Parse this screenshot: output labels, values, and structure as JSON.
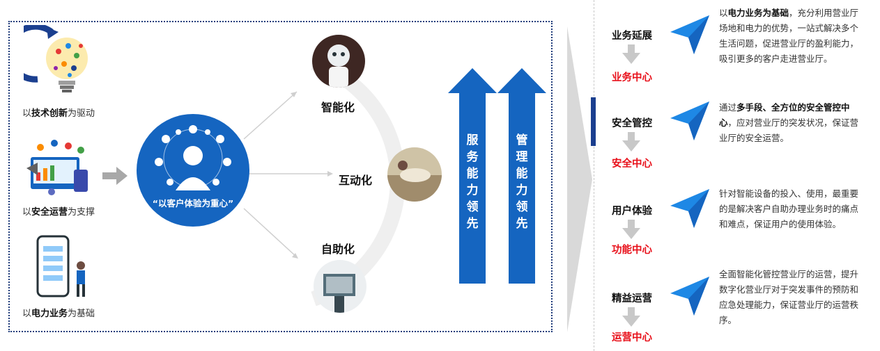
{
  "left_pillars": [
    {
      "pre": "以",
      "bold": "技术创新",
      "post": "为驱动",
      "icon": "lightbulb-icon"
    },
    {
      "pre": "以",
      "bold": "安全运营",
      "post": "为支撑",
      "icon": "monitor-icon"
    },
    {
      "pre": "以",
      "bold": "电力业务",
      "post": "为基础",
      "icon": "phone-person-icon"
    }
  ],
  "center": {
    "label": "“以客户体验为重心”",
    "icon": "customer-network-icon"
  },
  "ring_items": [
    {
      "label": "智能化",
      "photo": "robot-photo"
    },
    {
      "label": "互动化",
      "photo": "interaction-photo"
    },
    {
      "label": "自助化",
      "photo": "self-service-photo"
    }
  ],
  "arrows": [
    {
      "label": "服务能力领先"
    },
    {
      "label": "管理能力领先"
    }
  ],
  "right_items": [
    {
      "title": "业务延展",
      "center": "业务中心",
      "desc_segments": [
        {
          "t": "以",
          "b": false
        },
        {
          "t": "电力业务为基础",
          "b": true
        },
        {
          "t": "，充分利用营业厅场地和电力的优势，一站式解决多个生活问题，促进营业厅的盈利能力，吸引更多的客户走进营业厅。",
          "b": false
        }
      ]
    },
    {
      "title": "安全管控",
      "center": "安全中心",
      "desc_segments": [
        {
          "t": "通过",
          "b": false
        },
        {
          "t": "多手段、全方位的安全管控中心",
          "b": true
        },
        {
          "t": "，应对营业厅的突发状况，保证营业厅的安全运营。",
          "b": false
        }
      ]
    },
    {
      "title": "用户体验",
      "center": "功能中心",
      "desc_segments": [
        {
          "t": "针对智能设备的投入、使用，最重要的是解决客户自助办理业务时的痛点和难点，保证用户的使用体验。",
          "b": false
        }
      ]
    },
    {
      "title": "精益运营",
      "center": "运营中心",
      "desc_segments": [
        {
          "t": "全面智能化管控营业厅的运营，提升数字化营业厅对于突发事件的预防和应急处理能力，保证营业厅的运营秩序。",
          "b": false
        }
      ]
    }
  ],
  "colors": {
    "primary_blue": "#1565c0",
    "dark_blue": "#0d4fa3",
    "accent_red": "#e8111b",
    "plane_blue": "#1e88e5",
    "gray": "#bdbdbd"
  }
}
